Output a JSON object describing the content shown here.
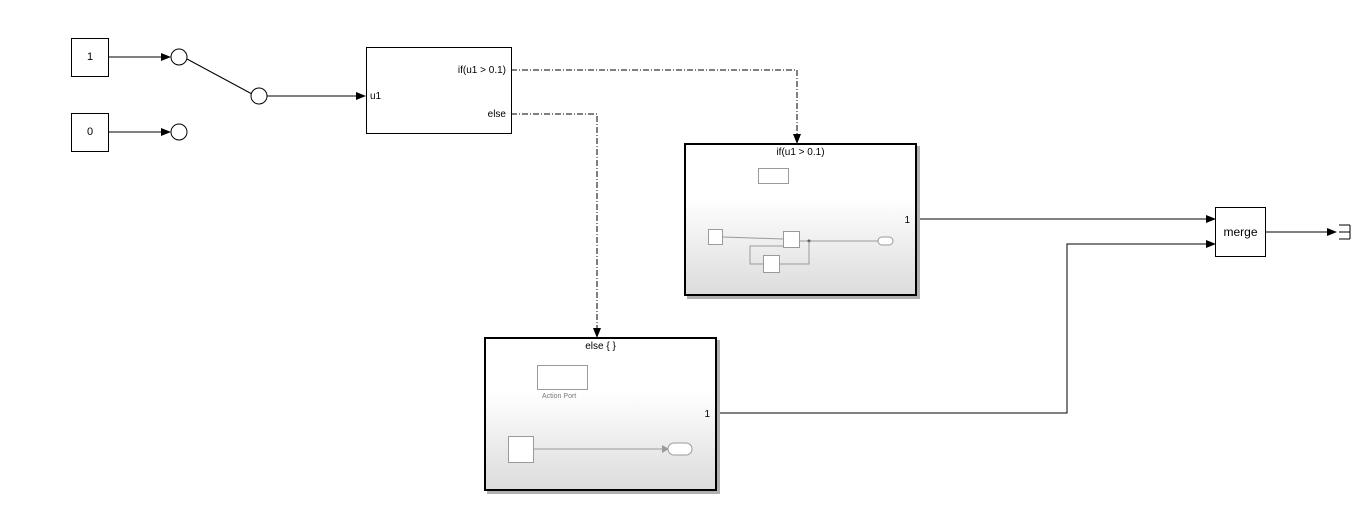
{
  "constants": [
    {
      "value": "1"
    },
    {
      "value": "0"
    }
  ],
  "if_block": {
    "input_label": "u1",
    "output_if": "if(u1 > 0.1)",
    "output_else": "else"
  },
  "if_action_subsystem": {
    "title": "if(u1 > 0.1)",
    "output_port": "1"
  },
  "else_action_subsystem": {
    "title": "else { }",
    "output_port": "1",
    "action_port_caption": "Action Port"
  },
  "merge_block": {
    "label": "merge"
  },
  "icons": {
    "switch": "manual-switch-icon",
    "terminator": "terminator-icon",
    "arrow": "arrowhead-icon"
  },
  "colors": {
    "line": "#000000",
    "inner_line": "#9a9a9a",
    "subsystem_gradient_end": "#dcdcdc"
  }
}
